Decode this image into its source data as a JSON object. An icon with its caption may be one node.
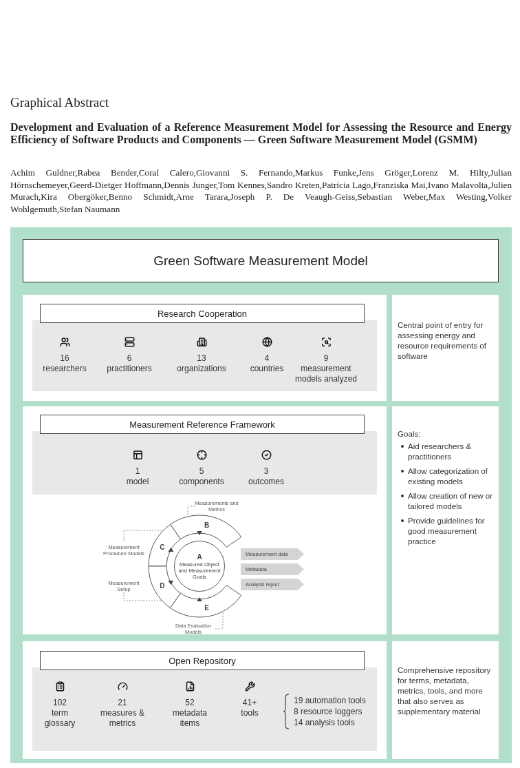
{
  "diagram": {
    "title": "Development and Evaluation of a Reference Measurement Model for Assessing the Resource and Energy Efficiency of Software Products and Components — Green Software Measurement Model (GSMM)",
    "nodes": [
      {
        "text": [
          "Green Software Measurement Model"
        ]
      },
      {
        "text": [
          "Research Cooperation"
        ]
      },
      {
        "text": [
          "16 researchers",
          "6 practitioners",
          "13 organizations",
          "4 countries",
          "9 measurement models analyzed"
        ]
      },
      {
        "text": [
          "Central point of entry for assessing energy and resource requirements of software"
        ]
      },
      {
        "text": [
          "Measurement Reference Framework"
        ]
      },
      {
        "text": [
          "1 model",
          "5 components",
          "3 outcomes"
        ]
      },
      {
        "text": [
          "Goals:",
          "Aid researchers & practitioners",
          "Allow categorization of existing models",
          "Allow creation of new or tailored models",
          "Provide guidelines for good measurement practice"
        ]
      },
      {
        "text": [
          "A",
          "Measured Object and Measurement Goals"
        ]
      },
      {
        "text": [
          "B"
        ]
      },
      {
        "text": [
          "C"
        ]
      },
      {
        "text": [
          "D"
        ]
      },
      {
        "text": [
          "E"
        ]
      },
      {
        "text": [
          "Measurements and Metrics"
        ]
      },
      {
        "text": [
          "Measurement Procedure Models"
        ]
      },
      {
        "text": [
          "Measurement Setup"
        ]
      },
      {
        "text": [
          "Data Evaluation Models"
        ]
      },
      {
        "text": [
          "Measurement data"
        ]
      },
      {
        "text": [
          "Metadata"
        ]
      },
      {
        "text": [
          "Analysis report"
        ]
      },
      {
        "text": [
          "Open Repository"
        ]
      },
      {
        "text": [
          "102 term glossary",
          "21 measures & metrics",
          "52 metadata items",
          "41+ tools",
          "19 automation tools",
          "8 resource loggers",
          "14 analysis tools"
        ]
      },
      {
        "text": [
          "Comprehensive repository for terms, metadata, metrics, tools, and more that also serves as supplementary material"
        ]
      }
    ],
    "edges": [
      {
        "from": 12,
        "to": 8,
        "arrow": "none",
        "style": "dashed"
      },
      {
        "from": 13,
        "to": 9,
        "arrow": "none",
        "style": "dashed"
      },
      {
        "from": 14,
        "to": 10,
        "arrow": "none",
        "style": "dashed"
      },
      {
        "from": 15,
        "to": 11,
        "arrow": "none",
        "style": "dashed"
      }
    ],
    "labels": [
      "Graphical Abstract",
      "Achim Guldner,Rabea Bender,Coral Calero,Giovanni S. Fernando,Markus Funke,Jens Gröger,Lorenz M. Hilty,Julian Hörnschemeyer,Geerd-Dietger Hoffmann,Dennis Junger,Tom Kennes,Sandro Kreten,Patricia Lago,Franziska Mai,Ivano Malavolta,Julien Murach,Kira Obergöker,Benno Schmidt,Arne Tarara,Joseph P. De Veaugh-Geiss,Sebastian Weber,Max Westing,Volker Wohlgemuth,Stefan Naumann"
    ]
  }
}
